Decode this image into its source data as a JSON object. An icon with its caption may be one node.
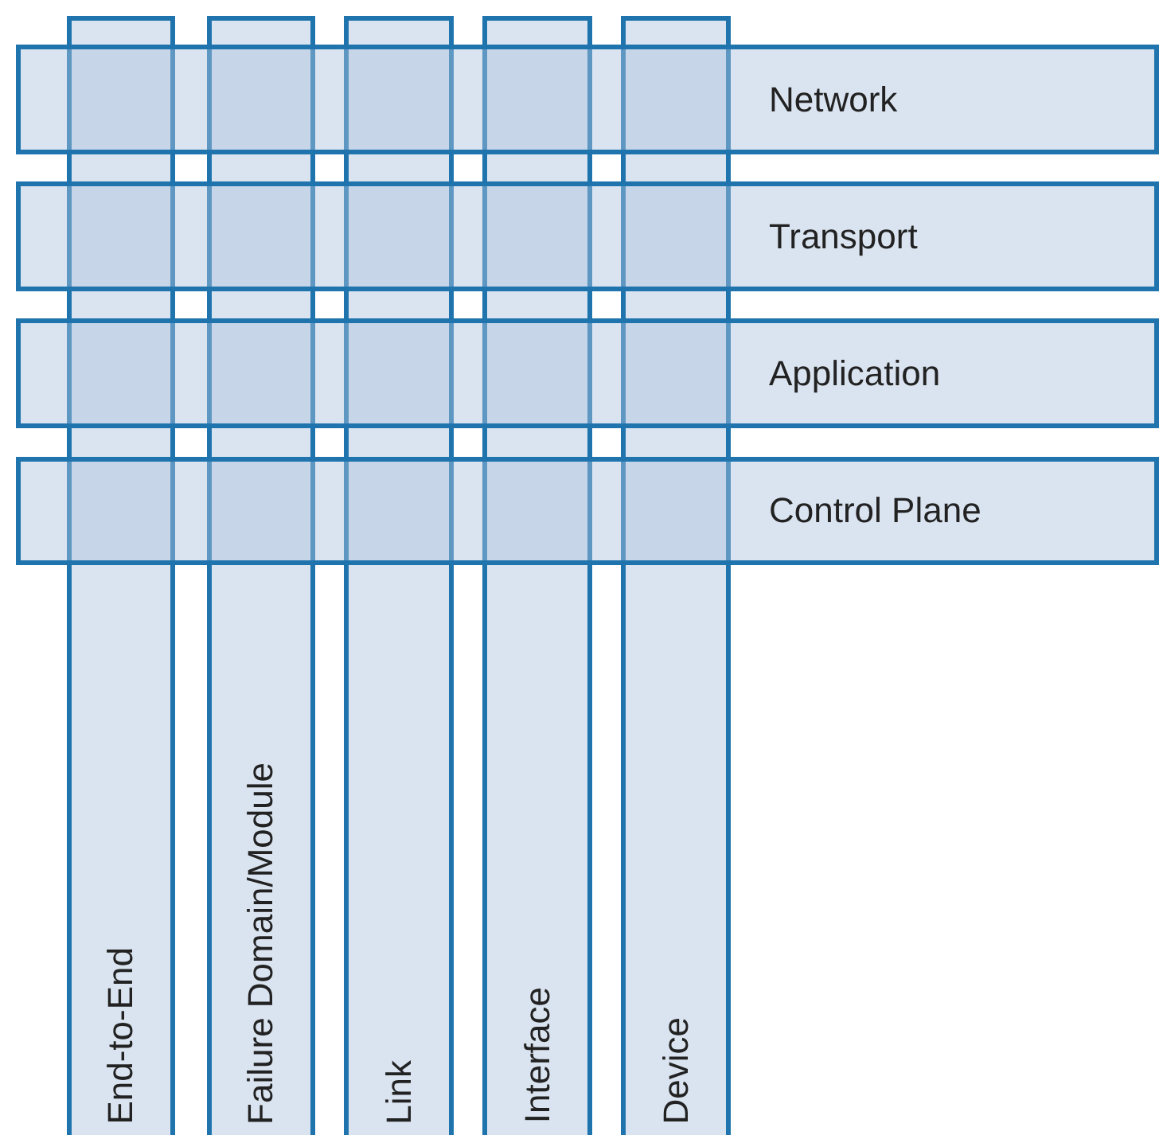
{
  "diagram": {
    "nodes": [
      {
        "text": [
          "Network"
        ]
      },
      {
        "text": [
          "Transport"
        ]
      },
      {
        "text": [
          "Application"
        ]
      },
      {
        "text": [
          "Control Plane"
        ]
      },
      {
        "text": [
          "End-to-End"
        ]
      },
      {
        "text": [
          "Failure Domain/Module"
        ]
      },
      {
        "text": [
          "Link"
        ]
      },
      {
        "text": [
          "Interface"
        ]
      },
      {
        "text": [
          "Device"
        ]
      }
    ]
  }
}
